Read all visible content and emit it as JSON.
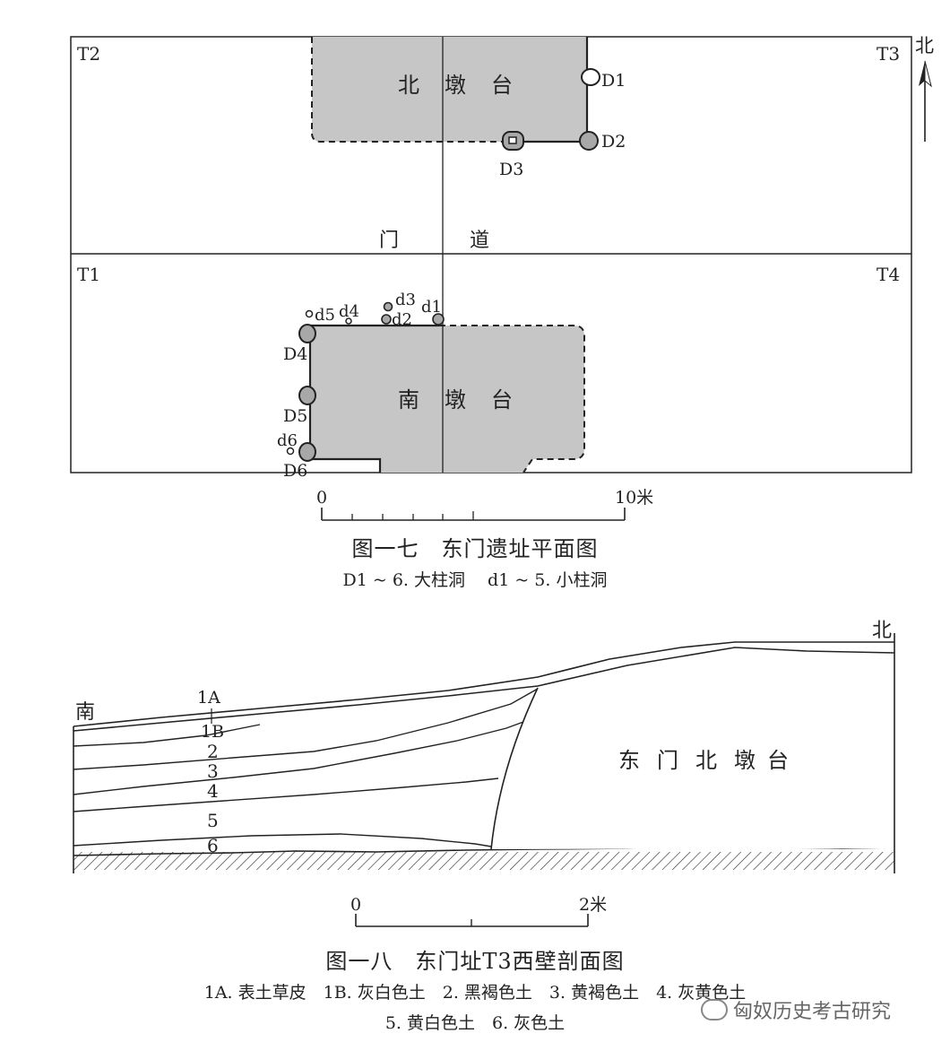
{
  "fig17": {
    "trenches": {
      "t1": "T1",
      "t2": "T2",
      "t3": "T3",
      "t4": "T4"
    },
    "north_platform": [
      "北",
      "墩",
      "台"
    ],
    "south_platform": [
      "南",
      "墩",
      "台"
    ],
    "gate_path": [
      "门",
      "道"
    ],
    "north_arrow": "北",
    "big_postholes": [
      "D1",
      "D2",
      "D3",
      "D4",
      "D5",
      "D6"
    ],
    "small_postholes": [
      "d1",
      "d2",
      "d3",
      "d4",
      "d5",
      "d6"
    ],
    "scale": {
      "start": "0",
      "end": "10米"
    },
    "caption": "图一七　东门遗址平面图",
    "legend": "D1 ~ 6. 大柱洞　 d1 ~ 5. 小柱洞"
  },
  "fig18": {
    "south": "南",
    "north": "北",
    "layers": [
      "1A",
      "1B",
      "2",
      "3",
      "4",
      "5",
      "6"
    ],
    "platform": [
      "东",
      "门",
      "北",
      "墩",
      "台"
    ],
    "scale": {
      "start": "0",
      "end": "2米"
    },
    "caption": "图一八　东门址T3西壁剖面图",
    "legend_line1": "1A. 表土草皮　1B. 灰白色土　2. 黑褐色土　3. 黄褐色土　4. 灰黄色土",
    "legend_line2": "5. 黄白色土　6. 灰色土"
  },
  "watermark": "匈奴历史考古研究"
}
